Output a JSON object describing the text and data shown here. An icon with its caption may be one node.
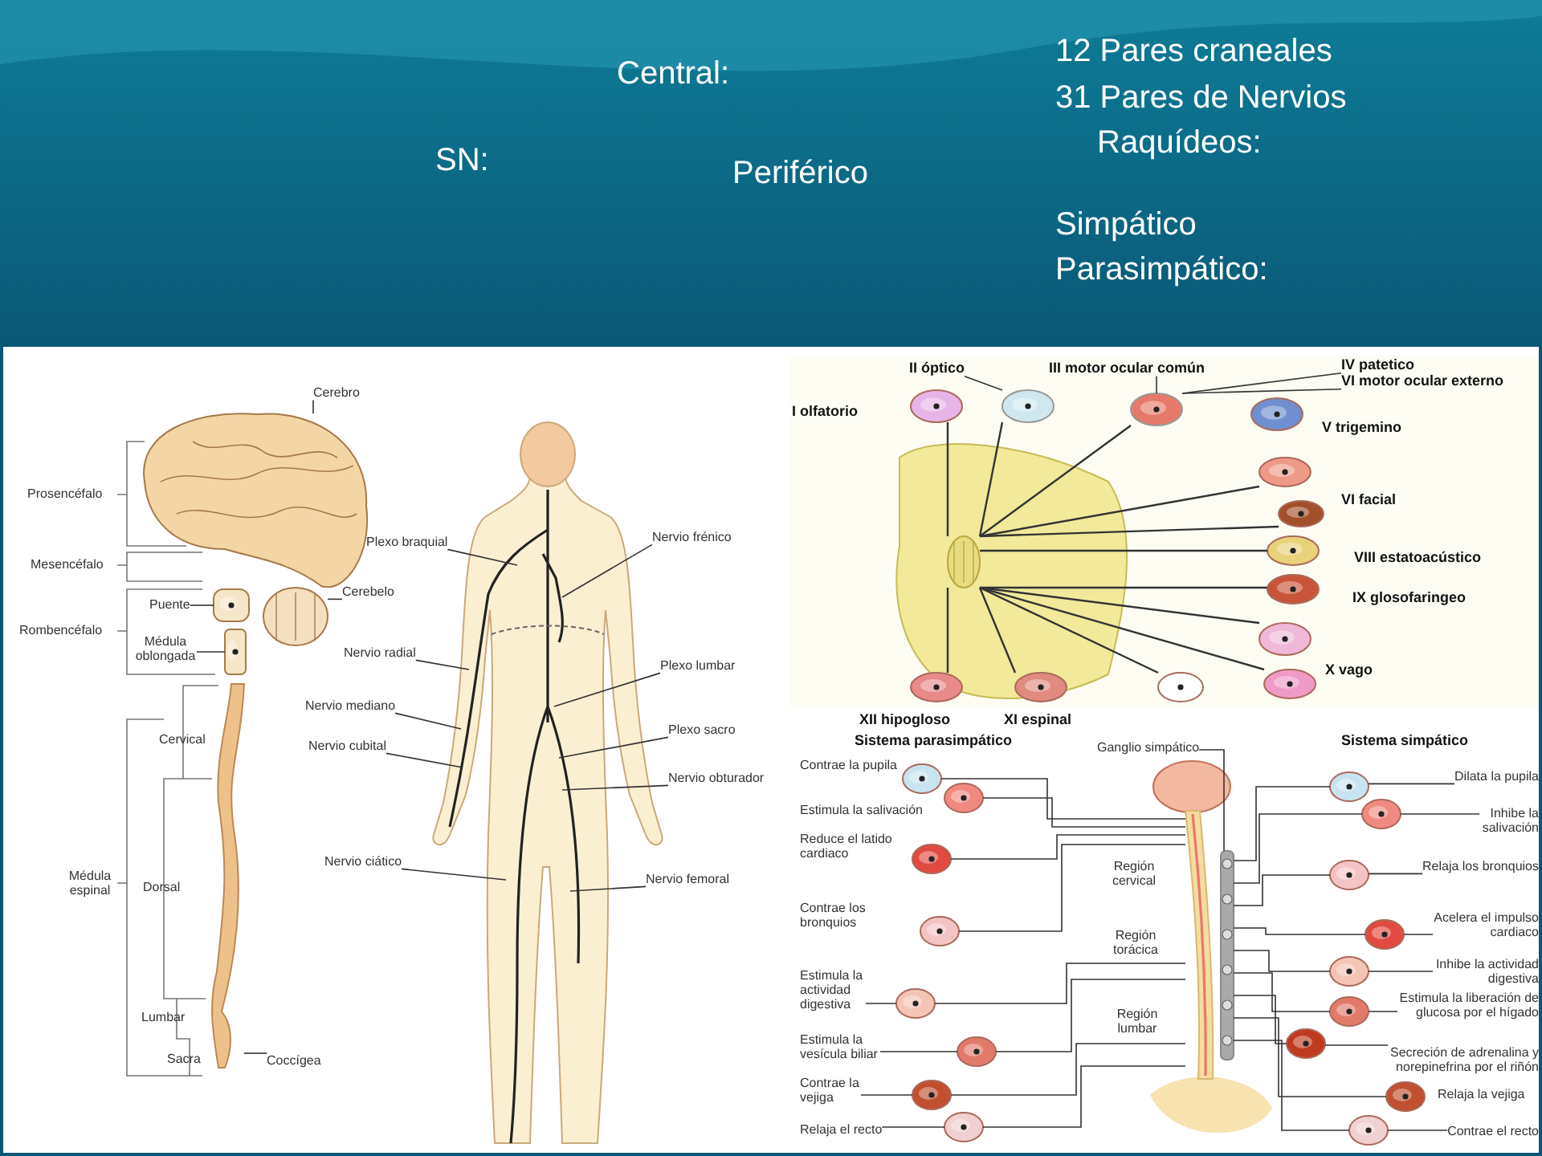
{
  "diagram": {
    "nodes": [
      {
        "text": [
          "Cerebro"
        ]
      },
      {
        "text": [
          "Puente"
        ]
      },
      {
        "text": [
          "Médula oblongada"
        ]
      },
      {
        "text": [
          "Cerebelo"
        ]
      },
      {
        "text": [
          "Coccígea"
        ]
      },
      {
        "text": [
          "Plexo braquial"
        ]
      },
      {
        "text": [
          "Nervio frénico"
        ]
      },
      {
        "text": [
          "Nervio radial"
        ]
      },
      {
        "text": [
          "Plexo lumbar"
        ]
      },
      {
        "text": [
          "Nervio mediano"
        ]
      },
      {
        "text": [
          "Nervio cubital"
        ]
      },
      {
        "text": [
          "Plexo sacro"
        ]
      },
      {
        "text": [
          "Nervio obturador"
        ]
      },
      {
        "text": [
          "Nervio ciático"
        ]
      },
      {
        "text": [
          "Nervio femoral"
        ]
      },
      {
        "text": [
          "II óptico"
        ]
      },
      {
        "text": [
          "III motor ocular común"
        ]
      },
      {
        "text": [
          "IV patetico"
        ]
      },
      {
        "text": [
          "VI motor ocular externo"
        ]
      },
      {
        "text": [
          "Ganglio simpático"
        ]
      },
      {
        "text": [
          "Estimula la actividad digestiva"
        ]
      },
      {
        "text": [
          "Estimula la vesícula biliar"
        ]
      },
      {
        "text": [
          "Contrae la vejiga"
        ]
      },
      {
        "text": [
          "Relaja el recto"
        ]
      },
      {
        "text": [
          "Dilata la pupila"
        ]
      },
      {
        "text": [
          "Inhibe la salivación"
        ]
      },
      {
        "text": [
          "Relaja los bronquios"
        ]
      },
      {
        "text": [
          "Acelera el impulso cardiaco"
        ]
      },
      {
        "text": [
          "Inhibe la actividad digestiva"
        ]
      },
      {
        "text": [
          "Estimula la liberación de glucosa por el hígado"
        ]
      },
      {
        "text": [
          "Secreción de adrenalina y norepinefrina por el riñón"
        ]
      },
      {
        "text": [
          "Contrae el recto"
        ]
      },
      {
        "text": [],
        "shape": "picture"
      },
      {
        "text": [],
        "shape": "picture"
      },
      {
        "text": [],
        "shape": "picture"
      },
      {
        "text": [],
        "shape": "picture"
      },
      {
        "text": [],
        "shape": "picture"
      },
      {
        "text": [],
        "shape": "picture"
      },
      {
        "text": [],
        "shape": "picture"
      },
      {
        "text": [],
        "shape": "picture"
      },
      {
        "text": [],
        "shape": "picture"
      },
      {
        "text": [],
        "shape": "picture"
      },
      {
        "text": [],
        "shape": "picture"
      },
      {
        "text": [],
        "shape": "picture"
      },
      {
        "text": [],
        "shape": "picture"
      },
      {
        "text": [],
        "shape": "picture"
      },
      {
        "text": [],
        "shape": "picture"
      },
      {
        "text": [],
        "shape": "picture"
      },
      {
        "text": [],
        "shape": "picture"
      },
      {
        "text": [],
        "shape": "picture"
      },
      {
        "text": [],
        "shape": "picture"
      },
      {
        "text": [],
        "shape": "picture"
      },
      {
        "text": [],
        "shape": "picture"
      },
      {
        "text": [],
        "shape": "picture"
      },
      {
        "text": [],
        "shape": "picture"
      },
      {
        "text": [],
        "shape": "picture"
      },
      {
        "text": [],
        "shape": "picture"
      },
      {
        "text": [],
        "shape": "picture"
      },
      {
        "text": [],
        "shape": "picture"
      },
      {
        "text": [],
        "shape": "picture"
      },
      {
        "text": [],
        "shape": "picture"
      },
      {
        "text": [],
        "shape": "picture"
      },
      {
        "text": [],
        "shape": "picture"
      },
      {
        "text": [],
        "shape": "picture"
      },
      {
        "text": [],
        "shape": "picture"
      },
      {
        "text": [],
        "shape": "picture"
      },
      {
        "text": [],
        "shape": "picture"
      },
      {
        "text": [],
        "shape": "picture"
      },
      {
        "text": [],
        "shape": "picture"
      },
      {
        "text": [],
        "shape": "picture"
      }
    ],
    "edges": [
      {
        "from": 0,
        "to": 32,
        "arrow": "none"
      },
      {
        "from": 1,
        "to": 33,
        "arrow": "none"
      },
      {
        "from": 2,
        "to": 34,
        "arrow": "none"
      },
      {
        "from": 3,
        "to": 35,
        "arrow": "none"
      },
      {
        "from": 4,
        "to": 36,
        "arrow": "none"
      },
      {
        "from": 5,
        "to": null,
        "arrow": "none"
      },
      {
        "from": 6,
        "to": null,
        "arrow": "none"
      },
      {
        "from": 7,
        "to": null,
        "arrow": "none"
      },
      {
        "from": 8,
        "to": null,
        "arrow": "none"
      },
      {
        "from": 9,
        "to": null,
        "arrow": "none"
      },
      {
        "from": 10,
        "to": null,
        "arrow": "none"
      },
      {
        "from": 11,
        "to": null,
        "arrow": "none"
      },
      {
        "from": 12,
        "to": null,
        "arrow": "none"
      },
      {
        "from": 13,
        "to": null,
        "arrow": "none"
      },
      {
        "from": 14,
        "to": null,
        "arrow": "none"
      },
      {
        "from": 15,
        "to": 37,
        "arrow": "none"
      },
      {
        "from": 16,
        "to": 38,
        "arrow": "none"
      },
      {
        "from": 17,
        "to": 38,
        "arrow": "none"
      },
      {
        "from": 18,
        "to": 38,
        "arrow": "none"
      },
      {
        "from": 19,
        "to": 39,
        "arrow": "none"
      },
      {
        "from": 20,
        "to": 40,
        "arrow": "none"
      },
      {
        "from": 21,
        "to": 41,
        "arrow": "none"
      },
      {
        "from": 22,
        "to": 42,
        "arrow": "none"
      },
      {
        "from": 23,
        "to": 43,
        "arrow": "none"
      },
      {
        "from": 24,
        "to": 44,
        "arrow": "none"
      },
      {
        "from": 25,
        "to": 45,
        "arrow": "none"
      },
      {
        "from": 26,
        "to": 46,
        "arrow": "none"
      },
      {
        "from": 27,
        "to": 47,
        "arrow": "none"
      },
      {
        "from": 28,
        "to": 48,
        "arrow": "none"
      },
      {
        "from": 29,
        "to": 49,
        "arrow": "none"
      },
      {
        "from": 30,
        "to": 50,
        "arrow": "none"
      },
      {
        "from": 31,
        "to": 51,
        "arrow": "none"
      },
      {
        "from": 54,
        "to": 53,
        "arrow": "none"
      },
      {
        "from": 55,
        "to": 53,
        "arrow": "none"
      },
      {
        "from": 56,
        "to": 53,
        "arrow": "none"
      },
      {
        "from": 57,
        "to": 53,
        "arrow": "none"
      },
      {
        "from": 40,
        "to": 53,
        "arrow": "none"
      },
      {
        "from": 41,
        "to": 53,
        "arrow": "none"
      },
      {
        "from": 42,
        "to": 53,
        "arrow": "none"
      },
      {
        "from": 43,
        "to": 53,
        "arrow": "none"
      },
      {
        "from": 39,
        "to": 44,
        "arrow": "none"
      },
      {
        "from": 39,
        "to": 45,
        "arrow": "none"
      },
      {
        "from": 39,
        "to": 46,
        "arrow": "none"
      },
      {
        "from": 39,
        "to": 47,
        "arrow": "none"
      },
      {
        "from": 39,
        "to": 48,
        "arrow": "none"
      },
      {
        "from": 39,
        "to": 49,
        "arrow": "none"
      },
      {
        "from": 39,
        "to": 50,
        "arrow": "none"
      },
      {
        "from": 39,
        "to": 52,
        "arrow": "none"
      },
      {
        "from": 39,
        "to": 51,
        "arrow": "none"
      },
      {
        "from": 58,
        "to": 59,
        "arrow": "none"
      },
      {
        "from": 58,
        "to": 37,
        "arrow": "none"
      },
      {
        "from": 58,
        "to": 38,
        "arrow": "none"
      },
      {
        "from": 58,
        "to": 61,
        "arrow": "none"
      },
      {
        "from": 58,
        "to": 62,
        "arrow": "none"
      },
      {
        "from": 58,
        "to": 63,
        "arrow": "none"
      },
      {
        "from": 58,
        "to": 64,
        "arrow": "none"
      },
      {
        "from": 58,
        "to": 65,
        "arrow": "none"
      },
      {
        "from": 58,
        "to": 66,
        "arrow": "none"
      },
      {
        "from": 58,
        "to": 67,
        "arrow": "none"
      },
      {
        "from": 58,
        "to": 68,
        "arrow": "none"
      },
      {
        "from": 58,
        "to": 69,
        "arrow": "none"
      }
    ],
    "labels": [
      "Central:",
      "12 Pares craneales",
      "31 Pares de Nervios Raquídeos:",
      "SN:",
      "Periférico",
      "Simpático",
      "Parasimpático:",
      "Prosencéfalo",
      "Mesencéfalo",
      "Rombencéfalo",
      "Cervical",
      "Médula espinal",
      "Dorsal",
      "Lumbar",
      "Sacra",
      "I olfatorio",
      "V trigemino",
      "VI facial",
      "VIII estatoacústico",
      "IX glosofaringeo",
      "X vago",
      "XII hipogloso",
      "XI espinal",
      "Sistema parasimpático",
      "Sistema simpático",
      "Contrae la pupila",
      "Estimula la salivación",
      "Reduce el latido cardiaco",
      "Contrae los bronquios",
      "Región cervical",
      "Región torácica",
      "Región lumbar",
      "Relaja la vejiga"
    ]
  }
}
